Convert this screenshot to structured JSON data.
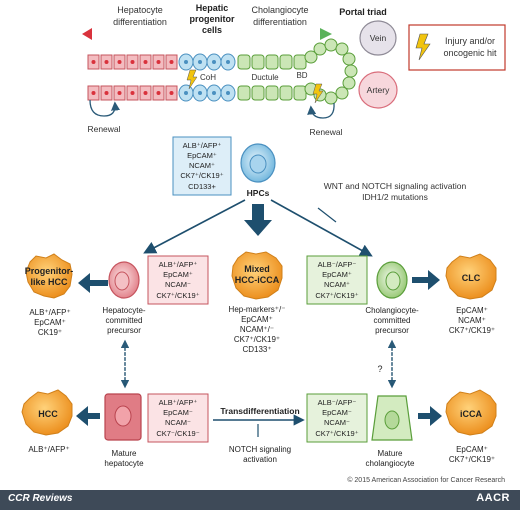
{
  "top": {
    "hep_diff": [
      "Hepatocyte",
      "differentiation"
    ],
    "hpc_cells": [
      "Hepatic",
      "progenitor",
      "cells"
    ],
    "chol_diff": [
      "Cholangiocyte",
      "differentiation"
    ],
    "portal_triad": "Portal triad",
    "vein": "Vein",
    "artery": "Artery",
    "coh": "CoH",
    "ductule": "Ductule",
    "bd": "BD",
    "renewal": "Renewal",
    "legend": [
      "Injury and/or",
      "oncogenic hit"
    ]
  },
  "hpcs": {
    "markers": [
      "ALB⁺/AFP⁺",
      "EpCAM⁺",
      "NCAM⁺",
      "CK7⁺/CK19⁺",
      "CD133+"
    ],
    "label": "HPCs",
    "signal": [
      "WNT and NOTCH signaling activation",
      "IDH1/2 mutations"
    ]
  },
  "row2": {
    "prog_hcc": [
      "Progenitor-",
      "like HCC"
    ],
    "prog_hcc_markers": [
      "ALB⁺/AFP⁺",
      "EpCAM⁺",
      "CK19⁺"
    ],
    "hep_prec": [
      "Hepatocyte-",
      "committed",
      "precursor"
    ],
    "hep_prec_markers": [
      "ALB⁺/AFP⁺",
      "EpCAM⁺",
      "NCAM⁻",
      "CK7⁺/CK19⁺"
    ],
    "mixed": [
      "Mixed",
      "HCC-iCCA"
    ],
    "mixed_markers": [
      "Hep-markers⁺/⁻",
      "EpCAM⁺",
      "NCAM⁺/⁻",
      "CK7⁺/CK19⁺",
      "CD133⁺"
    ],
    "chol_prec_markers": [
      "ALB⁻/AFP⁻",
      "EpCAM⁺",
      "NCAM⁺",
      "CK7⁺/CK19⁺"
    ],
    "chol_prec": [
      "Cholangiocyte-",
      "committed",
      "precursor"
    ],
    "clc": "CLC",
    "clc_markers": [
      "EpCAM⁺",
      "NCAM⁺",
      "CK7⁺/CK19⁺"
    ]
  },
  "row3": {
    "hcc": "HCC",
    "hcc_markers": "ALB⁺/AFP⁺",
    "mature_hep": [
      "Mature",
      "hepatocyte"
    ],
    "mature_hep_markers": [
      "ALB⁺/AFP⁺",
      "EpCAM⁻",
      "NCAM⁻",
      "CK7⁻/CK19⁻"
    ],
    "transdiff": "Transdifferentiation",
    "notch": [
      "NOTCH signaling",
      "activation"
    ],
    "mature_chol_markers": [
      "ALB⁻/AFP⁻",
      "EpCAM⁻",
      "NCAM⁻",
      "CK7⁺/CK19⁺"
    ],
    "mature_chol": [
      "Mature",
      "cholangiocyte"
    ],
    "icca": "iCCA",
    "icca_markers": [
      "EpCAM⁺",
      "CK7⁺/CK19⁺"
    ],
    "question": "?"
  },
  "copyright": "© 2015 American Association for Cancer Research",
  "footer": {
    "left": "CCR Reviews",
    "right": "AACR"
  },
  "colors": {
    "hepatocyte": "#e9a0a6",
    "hpc": "#8fc9e6",
    "cholangiocyte": "#a9d08e",
    "tumor": "#f2a02b",
    "arrow": "#1e4f6e",
    "footer": "#3e4a58"
  }
}
